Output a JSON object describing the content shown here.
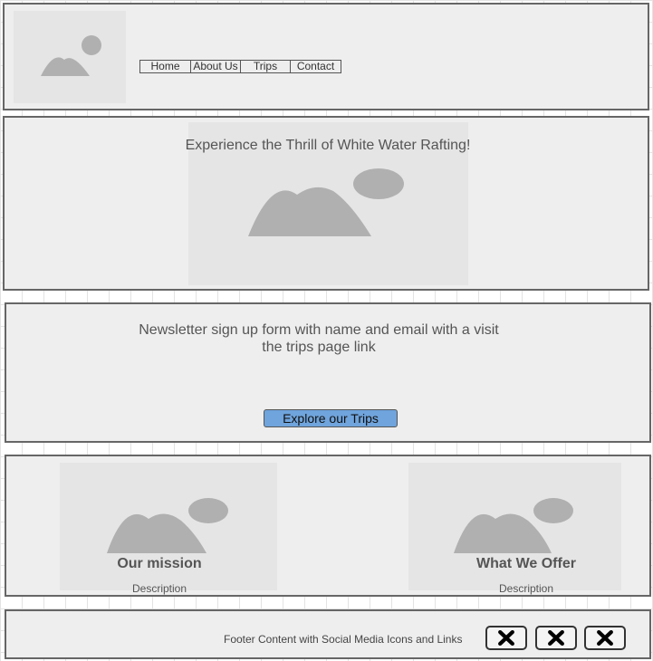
{
  "header": {
    "logo_icon": "image-placeholder-icon",
    "nav": [
      "Home",
      "About Us",
      "Trips",
      "Contact"
    ]
  },
  "hero": {
    "title": "Experience the Thrill of White Water Rafting!",
    "image_icon": "image-placeholder-icon"
  },
  "newsletter": {
    "line1": "Newsletter sign up form with name and email with a visit",
    "line2": "the trips page link",
    "button_label": "Explore our Trips",
    "button_color": "#6fa4dc"
  },
  "features": [
    {
      "title": "Our mission",
      "description": "Description",
      "image_icon": "image-placeholder-icon"
    },
    {
      "title": "What We Offer",
      "description": "Description",
      "image_icon": "image-placeholder-icon"
    }
  ],
  "footer": {
    "text": "Footer Content with Social Media Icons and Links",
    "social_icons": [
      "close-icon",
      "close-icon",
      "close-icon"
    ]
  }
}
